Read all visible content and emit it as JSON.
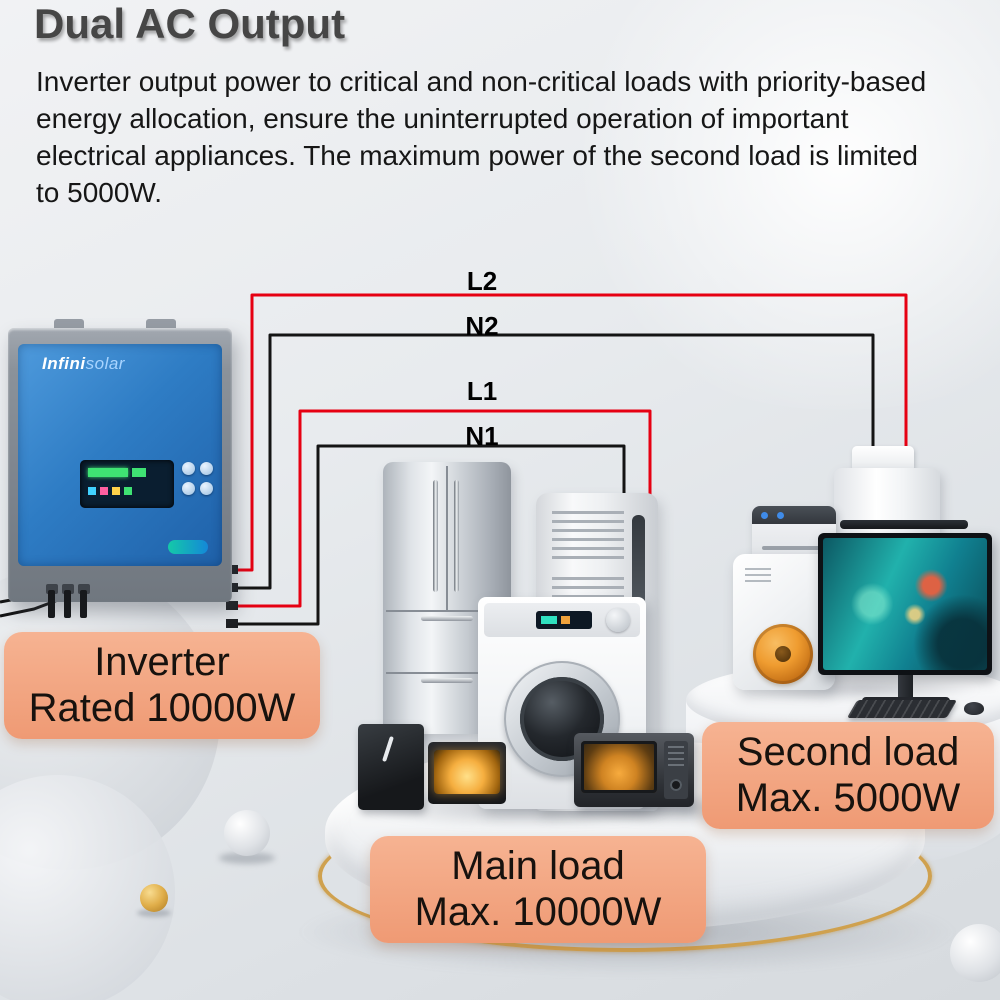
{
  "header": {
    "title": "Dual AC Output",
    "description": "Inverter output power to critical and non-critical loads with priority-based energy allocation, ensure the uninterrupted operation of important electrical appliances. The maximum power of the second load is limited to 5000W."
  },
  "wires": {
    "l2_label": "L2",
    "n2_label": "N2",
    "l1_label": "L1",
    "n1_label": "N1",
    "live_color": "#e60012",
    "neutral_color": "#141414"
  },
  "inverter": {
    "brand_primary": "Infini",
    "brand_secondary": "solar"
  },
  "tags": {
    "bg_color": "#f2a184",
    "inverter": {
      "line1": "Inverter",
      "line2": "Rated 10000W"
    },
    "second_load": {
      "line1": "Second load",
      "line2": "Max. 5000W"
    },
    "main_load": {
      "line1": "Main load",
      "line2": "Max. 10000W"
    }
  },
  "scene": {
    "platform_ring_color": "#cfa14f"
  }
}
